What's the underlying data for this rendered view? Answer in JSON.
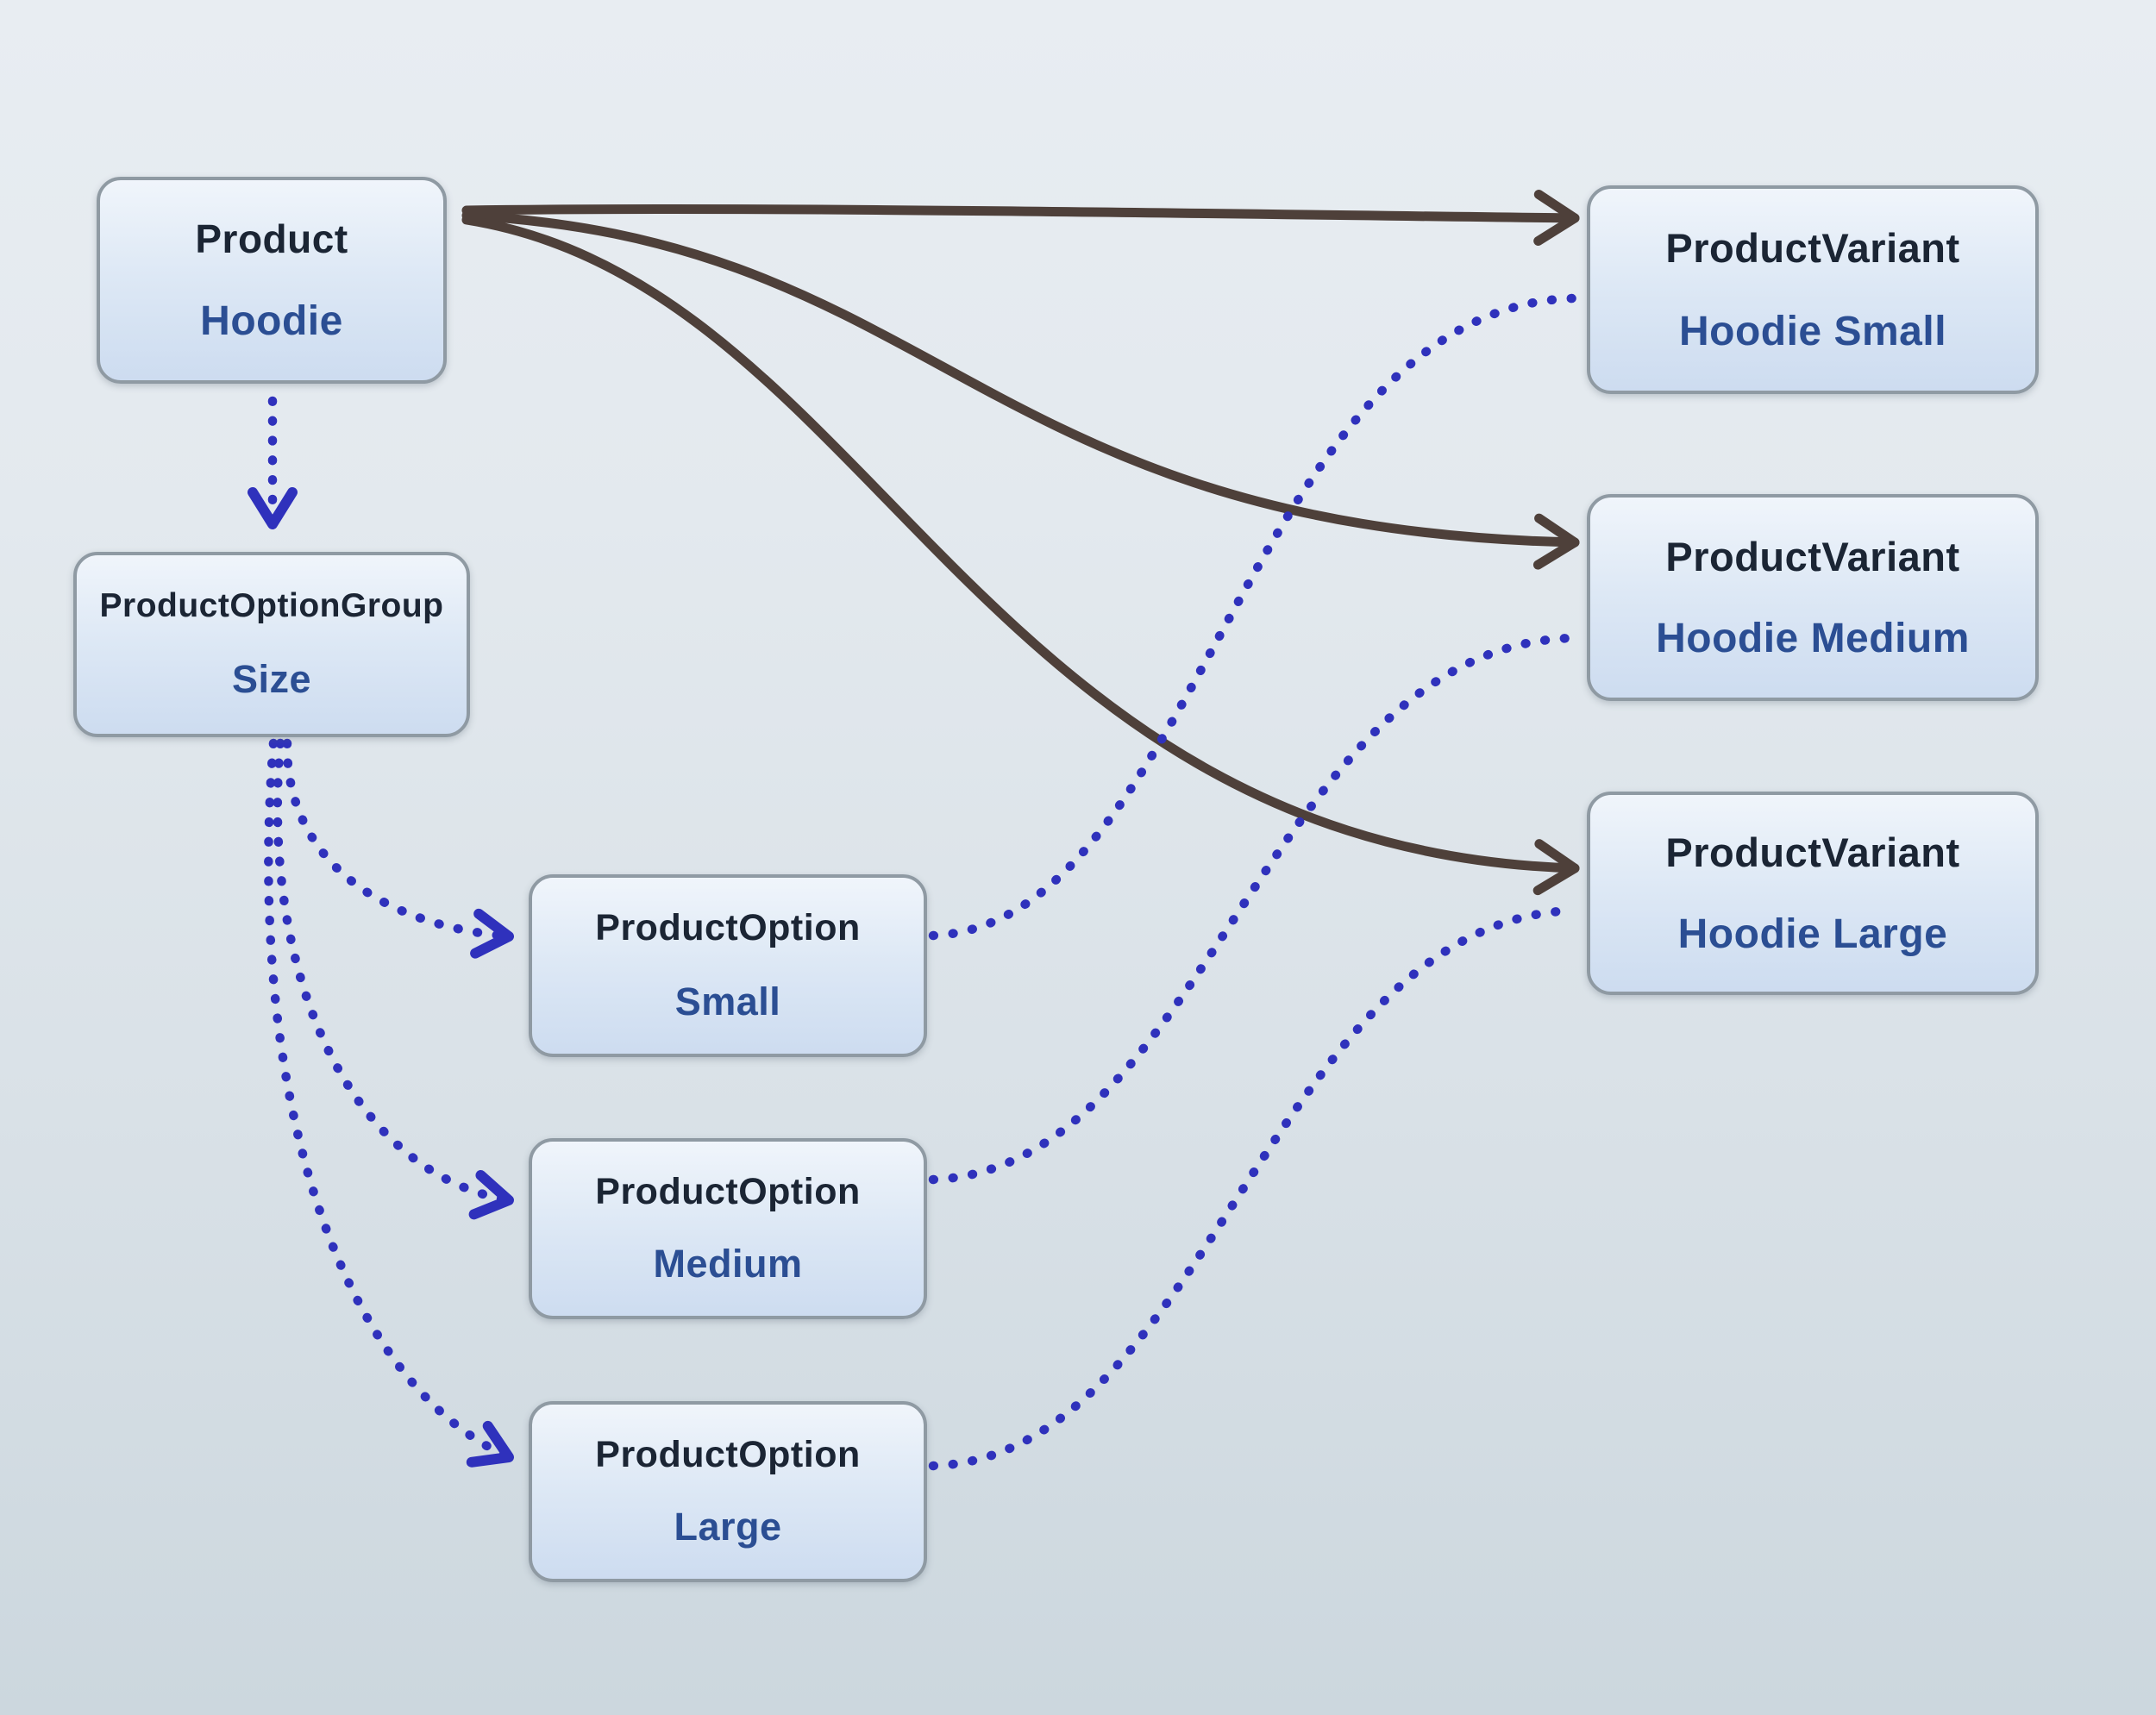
{
  "diagram": {
    "kind": "entity-relationship-diagram",
    "nodes": [
      {
        "id": "product",
        "type": "Product",
        "label": "Hoodie"
      },
      {
        "id": "product-option-group",
        "type": "ProductOptionGroup",
        "label": "Size"
      },
      {
        "id": "product-option-small",
        "type": "ProductOption",
        "label": "Small"
      },
      {
        "id": "product-option-medium",
        "type": "ProductOption",
        "label": "Medium"
      },
      {
        "id": "product-option-large",
        "type": "ProductOption",
        "label": "Large"
      },
      {
        "id": "product-variant-small",
        "type": "ProductVariant",
        "label": "Hoodie Small"
      },
      {
        "id": "product-variant-medium",
        "type": "ProductVariant",
        "label": "Hoodie Medium"
      },
      {
        "id": "product-variant-large",
        "type": "ProductVariant",
        "label": "Hoodie Large"
      }
    ],
    "edges": [
      {
        "from": "product",
        "to": "product-variant-small",
        "line": "solid",
        "color": "#4e403a",
        "arrowhead": true
      },
      {
        "from": "product",
        "to": "product-variant-medium",
        "line": "solid",
        "color": "#4e403a",
        "arrowhead": true
      },
      {
        "from": "product",
        "to": "product-variant-large",
        "line": "solid",
        "color": "#4e403a",
        "arrowhead": true
      },
      {
        "from": "product",
        "to": "product-option-group",
        "line": "dotted",
        "color": "#2f31bc",
        "arrowhead": true
      },
      {
        "from": "product-option-group",
        "to": "product-option-small",
        "line": "dotted",
        "color": "#2f31bc",
        "arrowhead": true
      },
      {
        "from": "product-option-group",
        "to": "product-option-medium",
        "line": "dotted",
        "color": "#2f31bc",
        "arrowhead": true
      },
      {
        "from": "product-option-group",
        "to": "product-option-large",
        "line": "dotted",
        "color": "#2f31bc",
        "arrowhead": true
      },
      {
        "from": "product-option-small",
        "to": "product-variant-small",
        "line": "dotted",
        "color": "#2f31bc",
        "arrowhead": false
      },
      {
        "from": "product-option-medium",
        "to": "product-variant-medium",
        "line": "dotted",
        "color": "#2f31bc",
        "arrowhead": false
      },
      {
        "from": "product-option-large",
        "to": "product-variant-large",
        "line": "dotted",
        "color": "#2f31bc",
        "arrowhead": false
      }
    ],
    "colors": {
      "background_top": "#e8edf2",
      "background_bottom": "#ccd7de",
      "node_fill_top": "#f0f5fb",
      "node_fill_bottom": "#cddcf0",
      "node_border": "#8f9aa3",
      "node_type_text": "#1b2534",
      "node_label_text": "#2b4e93",
      "solid_edge": "#4e403a",
      "dotted_edge": "#2f31bc"
    }
  }
}
